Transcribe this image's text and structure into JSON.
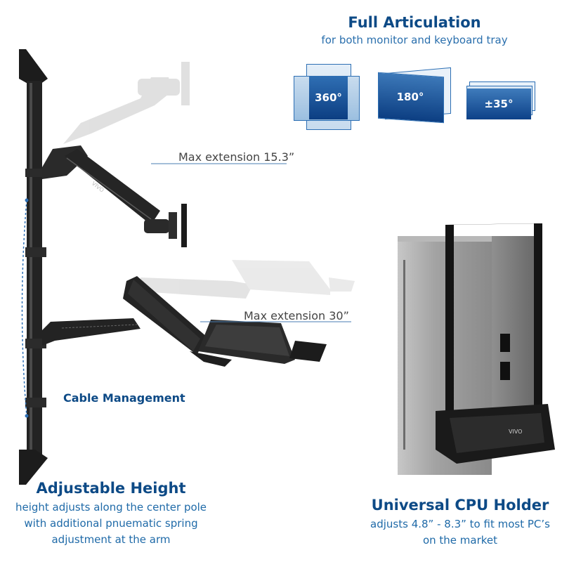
{
  "articulation": {
    "title": "Full Articulation",
    "subtitle": "for both monitor and keyboard tray",
    "rotations": [
      "360°",
      "180°",
      "±35°"
    ]
  },
  "callouts": {
    "monitor_extension": "Max extension 15.3”",
    "tray_extension": "Max extension 30”",
    "cable_management": "Cable Management"
  },
  "height": {
    "title": "Adjustable Height",
    "lines": [
      "height adjusts along the center pole",
      "with additional pnuematic spring",
      "adjustment at the arm"
    ]
  },
  "cpu": {
    "title": "Universal CPU Holder",
    "lines": [
      "adjusts 4.8” - 8.3” to fit most PC’s",
      "on the market"
    ]
  },
  "brand": "VIVO",
  "colors": {
    "brand_blue": "#0d4a86",
    "accent_blue": "#1f6aa8",
    "mount_black": "#1c1c1c"
  }
}
